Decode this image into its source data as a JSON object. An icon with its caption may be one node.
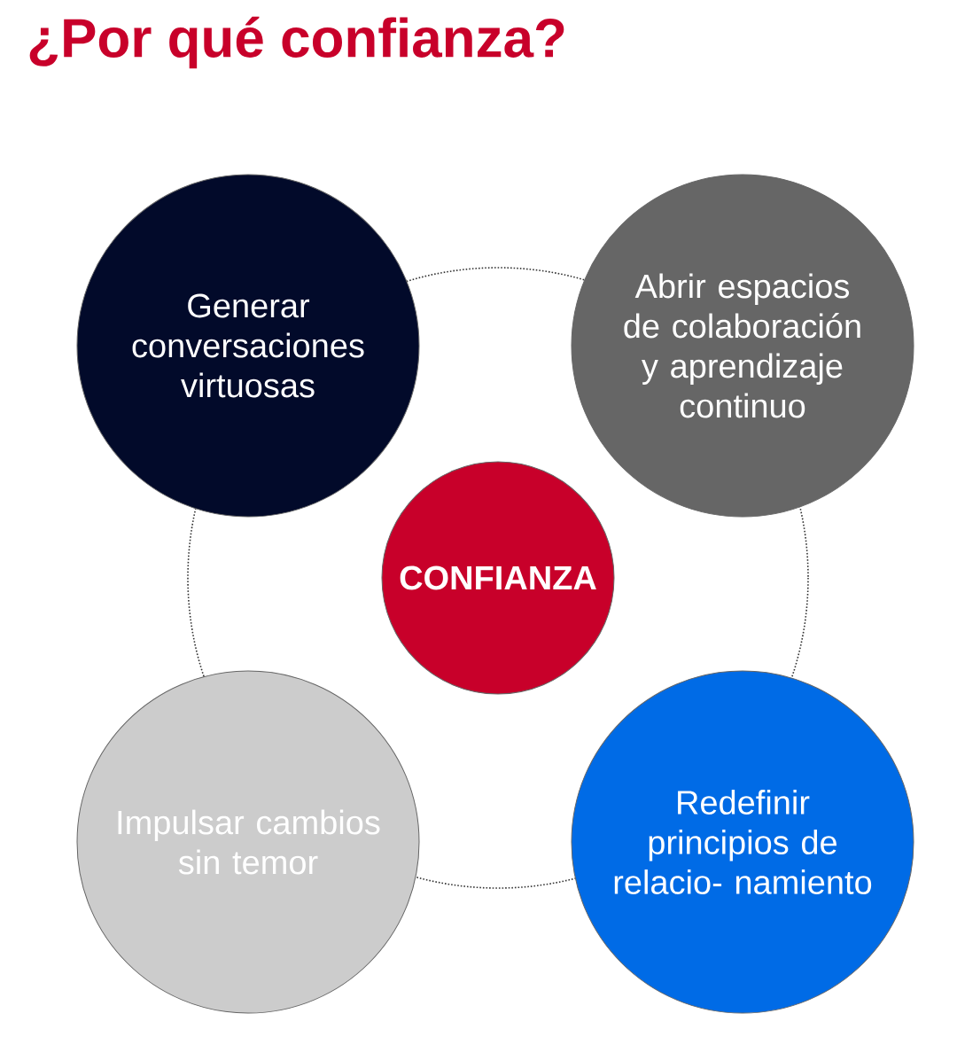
{
  "diagram": {
    "title": "¿Por qué confianza?",
    "nodes": [
      {
        "text": [
          "Generar conversaciones virtuosas"
        ]
      },
      {
        "text": [
          "Abrir espacios de colaboración y aprendizaje continuo"
        ]
      },
      {
        "text": [
          "CONFIANZA"
        ]
      },
      {
        "text": [
          "Impulsar cambios sin temor"
        ]
      },
      {
        "text": [
          "Redefinir principios de relacio- namiento"
        ]
      }
    ]
  }
}
